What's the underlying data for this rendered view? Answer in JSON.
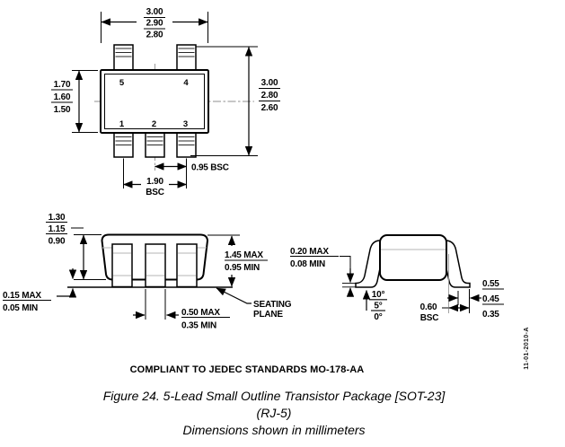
{
  "drawing": {
    "top_view": {
      "width_stack": [
        "3.00",
        "2.90",
        "2.80"
      ],
      "height_stack": [
        "1.70",
        "1.60",
        "1.50"
      ],
      "span_stack": [
        "3.00",
        "2.80",
        "2.60"
      ],
      "pitch_label": "0.95 BSC",
      "span_value": "1.90",
      "span_unit": "BSC",
      "pin_labels": {
        "p5": "5",
        "p4": "4",
        "p1": "1",
        "p2": "2",
        "p3": "3"
      }
    },
    "front_view": {
      "body_height_stack": [
        "1.30",
        "1.15",
        "0.90"
      ],
      "standoff_stack": [
        "0.15 MAX",
        "0.05 MIN"
      ],
      "overall_height_stack": [
        "1.45 MAX",
        "0.95 MIN"
      ],
      "lead_width_stack": [
        "0.50 MAX",
        "0.35 MIN"
      ],
      "seating_plane_label": [
        "SEATING",
        "PLANE"
      ]
    },
    "side_view": {
      "lead_thickness_stack": [
        "0.20 MAX",
        "0.08 MIN"
      ],
      "angle_stack": [
        "10°",
        "5°",
        "0°"
      ],
      "foot_dim_value": "0.60",
      "foot_dim_unit": "BSC",
      "foot_length_stack": [
        "0.55",
        "0.45",
        "0.35"
      ]
    }
  },
  "footer": {
    "compliance": "COMPLIANT TO JEDEC STANDARDS MO-178-AA",
    "caption": "Figure 24. 5-Lead Small Outline Transistor Package [SOT-23]",
    "package_code": "(RJ-5)",
    "units": "Dimensions shown in millimeters"
  },
  "doc_number": "11-01-2010-A",
  "colors": {
    "line": "#000000",
    "hidden_line": "#b5b5b5",
    "background": "#ffffff"
  }
}
